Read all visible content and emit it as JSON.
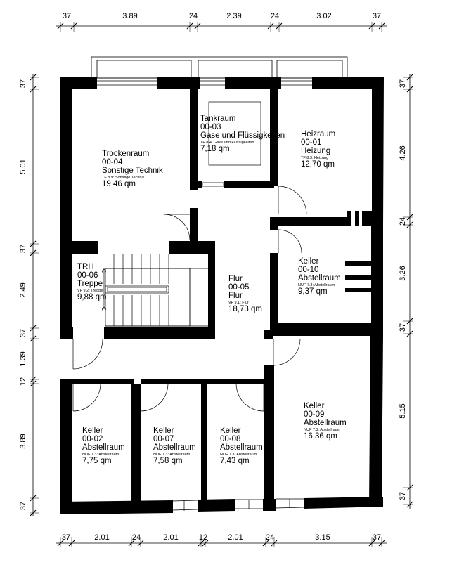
{
  "rooms": [
    {
      "id": "tankraum",
      "lines": [
        "Tankraum",
        "00-03",
        "Gase und Flüssigkeiten"
      ],
      "sub": "TF 8.4: Gase und Flüssigkeiten",
      "area": "7,18 qm"
    },
    {
      "id": "heizraum",
      "lines": [
        "Heizraum",
        "00-01",
        "Heizung"
      ],
      "sub": "TF 8.3: Heizung",
      "area": "12,70 qm"
    },
    {
      "id": "trockenraum",
      "lines": [
        "Trockenraum",
        "00-04",
        "Sonstige Technik"
      ],
      "sub": "TF 8.9: Sonstige Technik",
      "area": "19,46 qm"
    },
    {
      "id": "trh",
      "lines": [
        "TRH",
        "00-06",
        "Treppe"
      ],
      "sub": "VF 9.2: Treppe",
      "area": "9,88 qm"
    },
    {
      "id": "flur",
      "lines": [
        "Flur",
        "00-05",
        "Flur"
      ],
      "sub": "VF 9.1: Flur",
      "area": "18,73 qm"
    },
    {
      "id": "keller-00-10",
      "lines": [
        "Keller",
        "00-10",
        "Abstellraum"
      ],
      "sub": "NUF 7.3: Abstellraum",
      "area": "9,37 qm"
    },
    {
      "id": "keller-00-09",
      "lines": [
        "Keller",
        "00-09",
        "Abstellraum"
      ],
      "sub": "NUF 7.3: Abstellraum",
      "area": "16,36 qm"
    },
    {
      "id": "keller-00-02",
      "lines": [
        "Keller",
        "00-02",
        "Abstellraum"
      ],
      "sub": "NUF 7.3: Abstellraum",
      "area": "7,75 qm"
    },
    {
      "id": "keller-00-07",
      "lines": [
        "Keller",
        "00-07",
        "Abstellraum"
      ],
      "sub": "NUF 7.3: Abstellraum",
      "area": "7,58 qm"
    },
    {
      "id": "keller-00-08",
      "lines": [
        "Keller",
        "00-08",
        "Abstellraum"
      ],
      "sub": "NUF 7.3: Abstellraum",
      "area": "7,43 qm"
    }
  ],
  "dimensions": {
    "top": [
      "37",
      "3.89",
      "24",
      "2.39",
      "24",
      "3.02",
      "37"
    ],
    "bottom": [
      "37",
      "2.01",
      "24",
      "2.01",
      "12",
      "2.01",
      "24",
      "3.15",
      "37"
    ],
    "left": [
      "37",
      "5.01",
      "37",
      "2.49",
      "37",
      "1.39",
      "12",
      "3.89",
      "37"
    ],
    "right": [
      "37",
      "4.26",
      "24",
      "3.26",
      "37",
      "5.15",
      "37"
    ]
  }
}
